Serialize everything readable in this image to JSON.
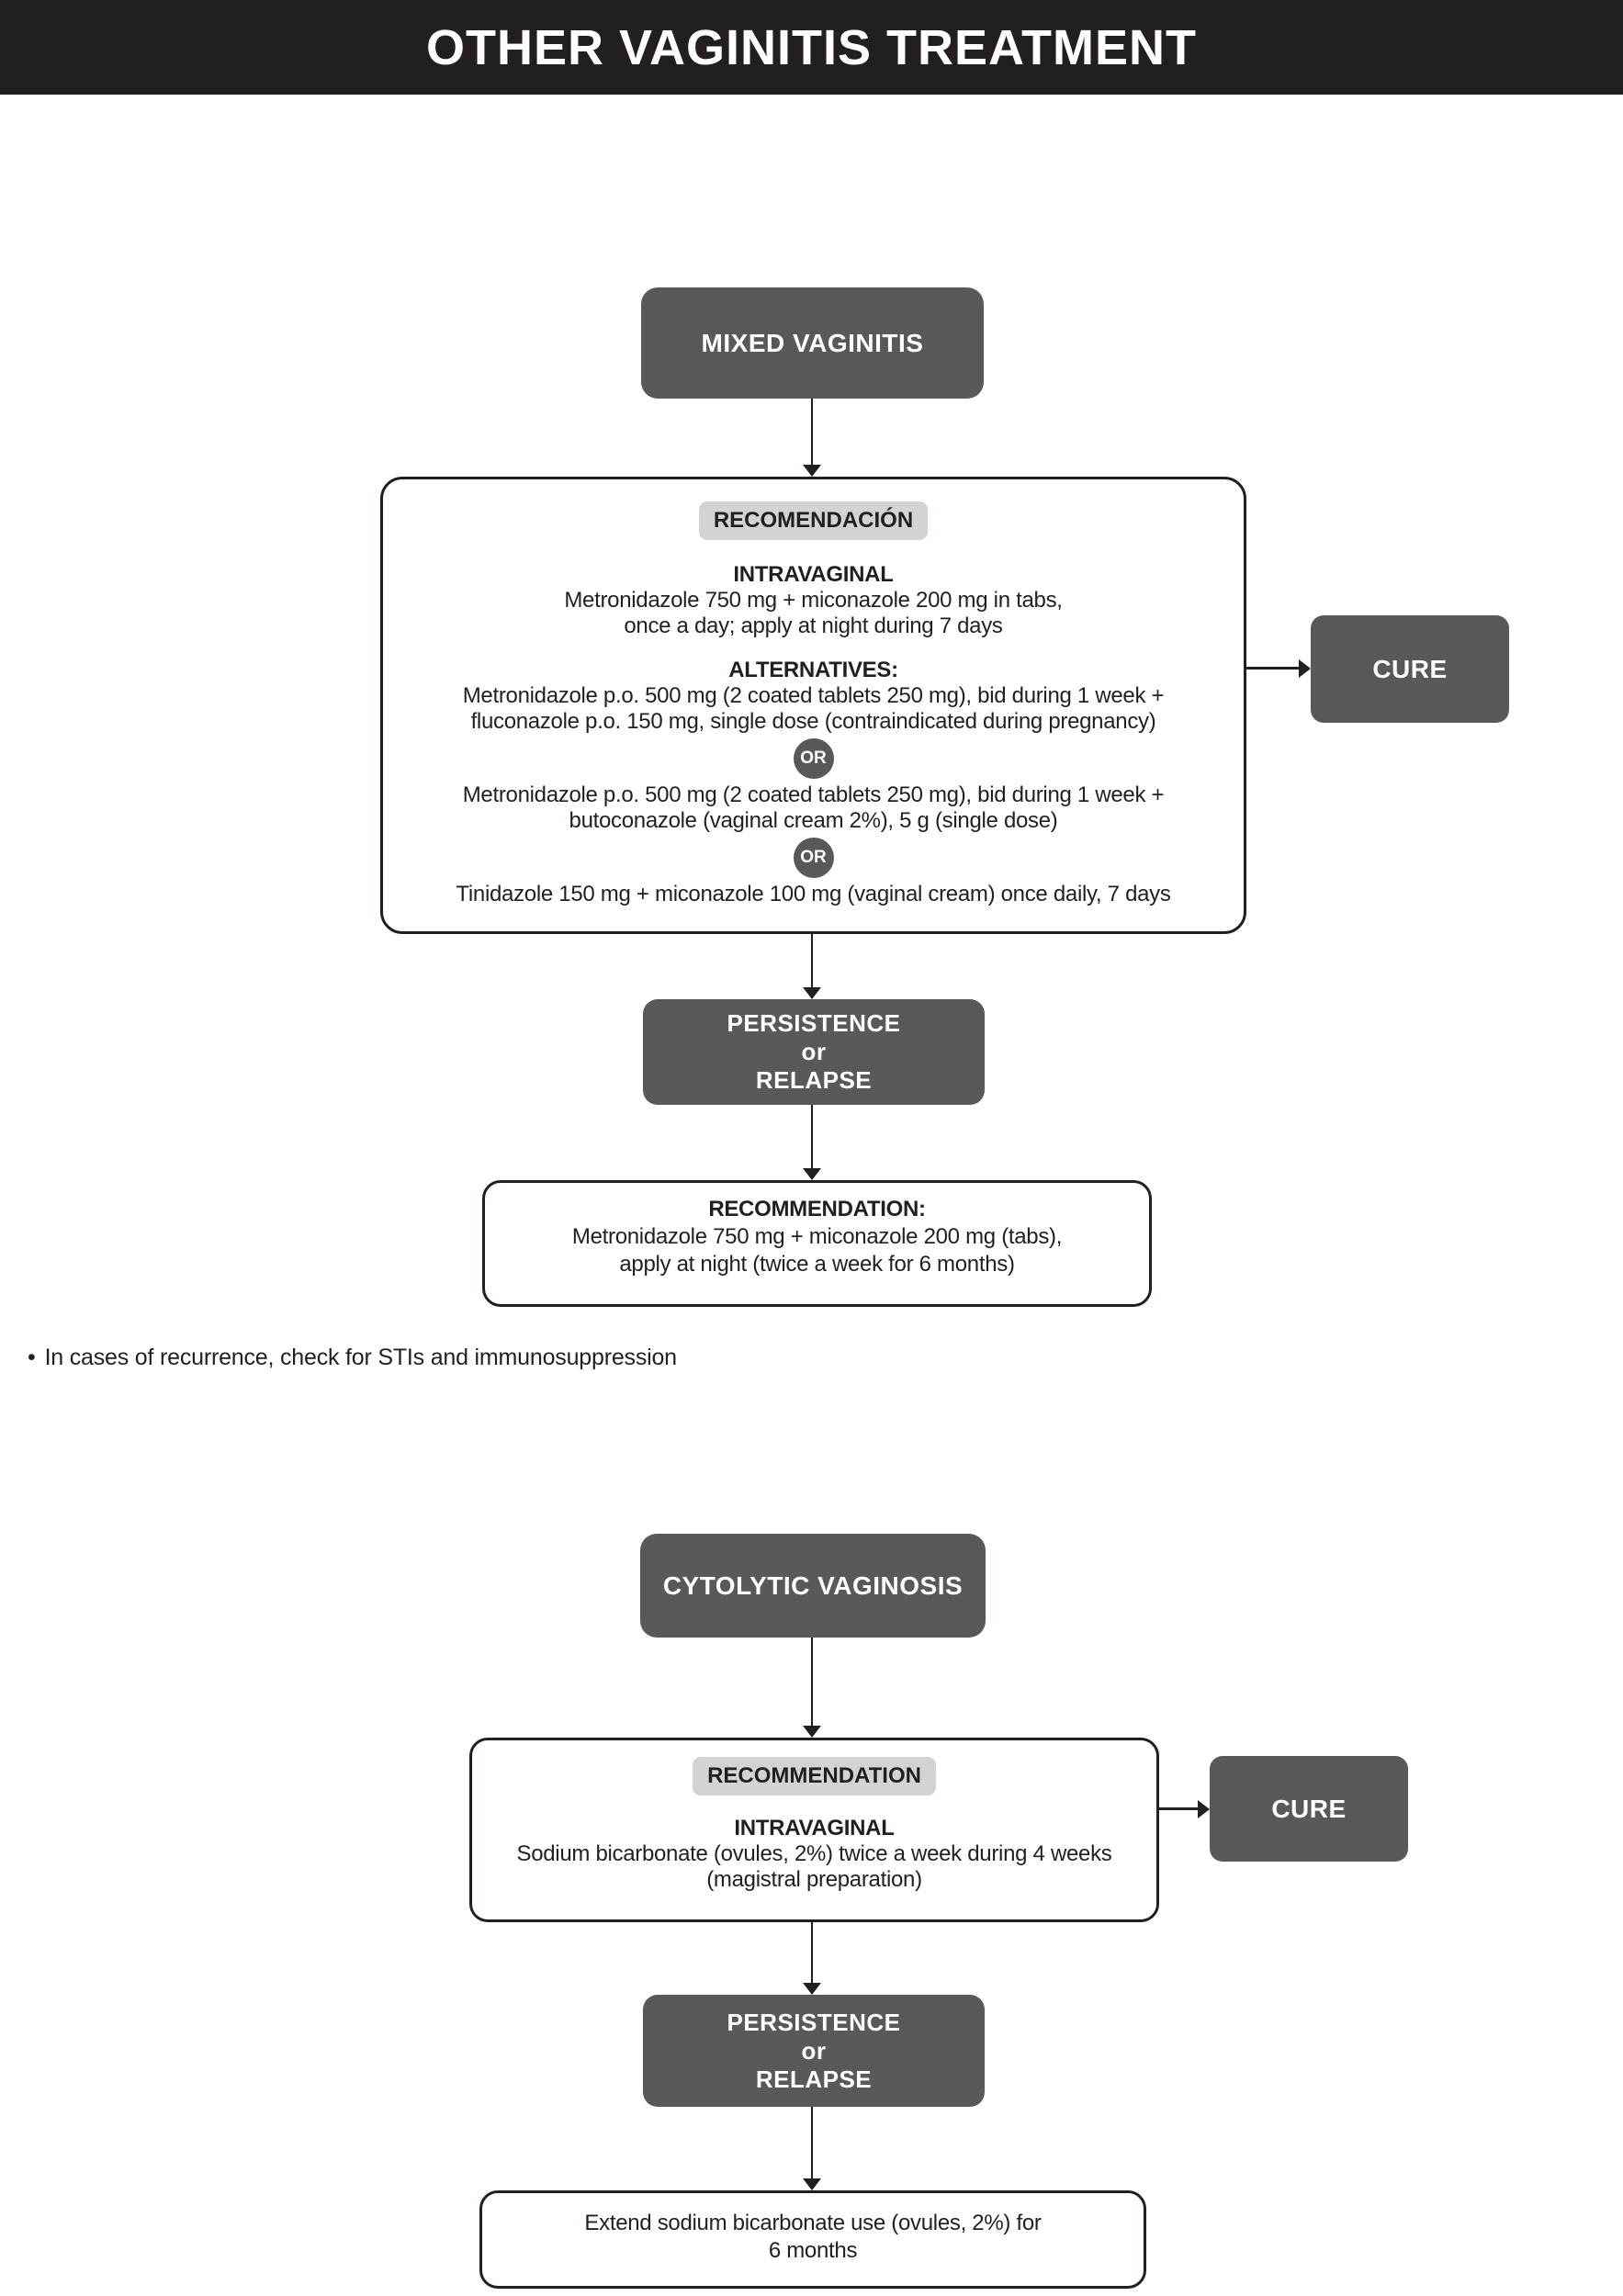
{
  "title": "OTHER VAGINITIS TREATMENT",
  "colors": {
    "title_bar": "#231f20",
    "node_gray": "#58595b",
    "tag_gray": "#d2d3d4",
    "line": "#231f20"
  },
  "sections": {
    "mixed": {
      "header": "MIXED VAGINITIS",
      "recommendation_box": {
        "tag": "RECOMENDACIÓN",
        "route_heading": "INTRAVAGINAL",
        "primary_lines": [
          "Metronidazole 750 mg + miconazole 200 mg in tabs,",
          "once a day; apply at night during 7 days"
        ],
        "alternatives_heading": "ALTERNATIVES:",
        "alternative1": [
          "Metronidazole p.o. 500 mg (2 coated tablets 250 mg), bid during 1 week +",
          "fluconazole p.o. 150 mg, single dose (contraindicated during pregnancy)"
        ],
        "or_label": "OR",
        "alternative2": [
          "Metronidazole p.o. 500 mg (2 coated tablets 250 mg), bid during 1 week +",
          "butoconazole (vaginal cream 2%), 5 g (single dose)"
        ],
        "alternative3": "Tinidazole 150 mg + miconazole 100 mg (vaginal cream) once daily, 7 days"
      },
      "cure": "CURE",
      "persistence": [
        "PERSISTENCE",
        "or",
        "RELAPSE"
      ],
      "maintenance_box": {
        "heading": "RECOMMENDATION:",
        "lines": [
          "Metronidazole 750 mg + miconazole 200 mg (tabs),",
          "apply at night (twice a week for 6 months)"
        ]
      },
      "note_bullet": "•",
      "note": "In cases of recurrence, check for STIs and immunosuppression"
    },
    "cytolytic": {
      "header": "CYTOLYTIC VAGINOSIS",
      "recommendation_box": {
        "tag": "RECOMMENDATION",
        "route_heading": "INTRAVAGINAL",
        "lines": [
          "Sodium bicarbonate (ovules, 2%) twice a week during 4 weeks",
          "(magistral preparation)"
        ]
      },
      "cure": "CURE",
      "persistence": [
        "PERSISTENCE",
        "or",
        "RELAPSE"
      ],
      "extension_box": {
        "lines": [
          "Extend sodium bicarbonate use (ovules, 2%) for",
          "6 months"
        ]
      }
    }
  }
}
